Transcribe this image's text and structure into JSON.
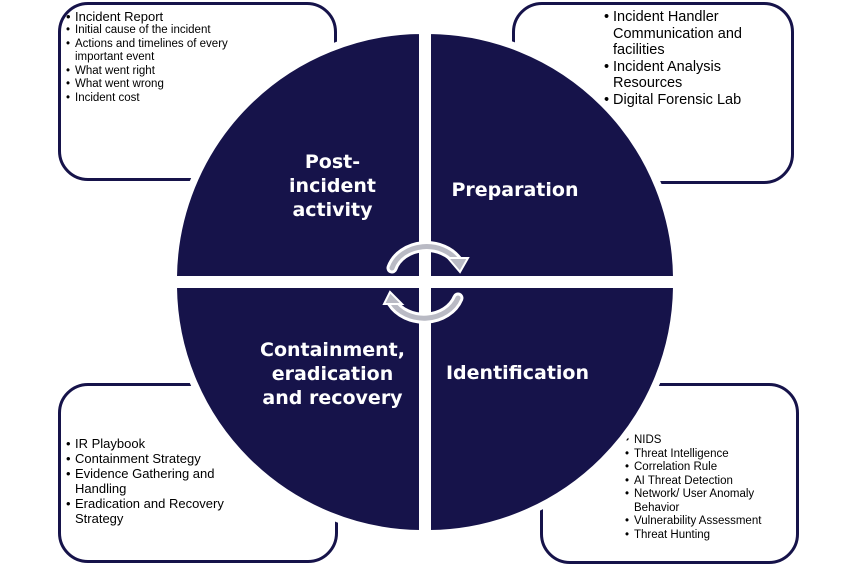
{
  "phases": {
    "post_incident": "Post-incident activity",
    "preparation": "Preparation",
    "containment": "Containment, eradication and recovery",
    "identification": "Identification"
  },
  "post_incident_items": [
    "Incident Report",
    "Initial cause of the incident",
    "Actions and timelines of every important event",
    "What went right",
    "What went wrong",
    "Incident cost"
  ],
  "preparation_items": [
    "Incident Handler Communication and facilities",
    "Incident Analysis Resources",
    "Digital Forensic Lab"
  ],
  "containment_items": [
    "IR Playbook",
    "Containment Strategy",
    "Evidence Gathering and Handling",
    "Eradication and Recovery Strategy"
  ],
  "identification_items": [
    "NIDS",
    "Threat Intelligence",
    "Correlation Rule",
    "AI Threat Detection",
    "Network/ User Anomaly Behavior",
    "Vulnerability Assessment",
    "Threat Hunting"
  ],
  "colors": {
    "navy": "#16134a",
    "arrow": "#b9bac4"
  }
}
